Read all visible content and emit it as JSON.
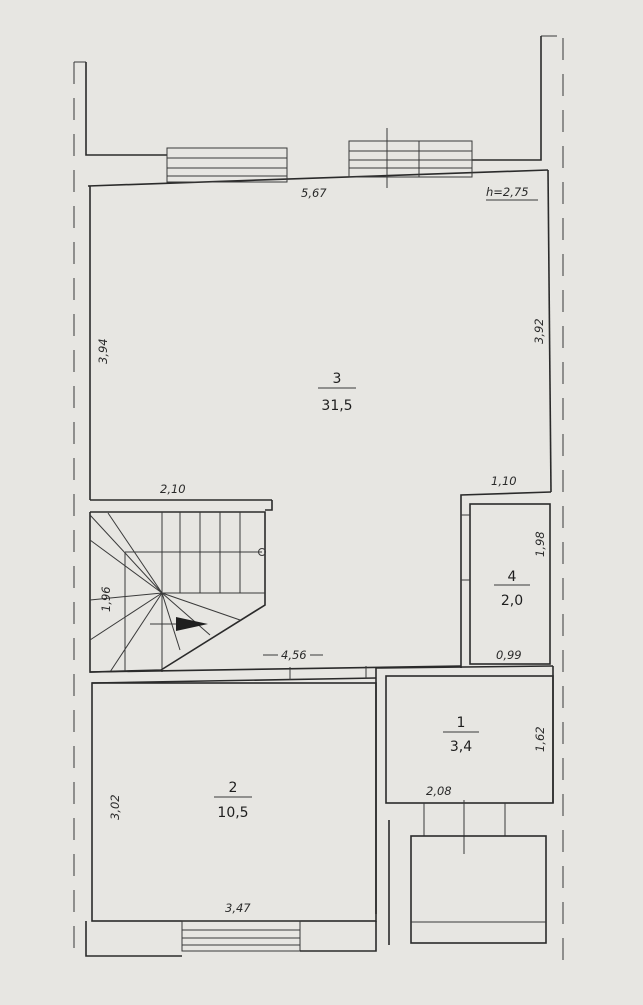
{
  "ceiling_height": "h=2,75",
  "rooms": {
    "r1": {
      "number": "1",
      "area": "3,4"
    },
    "r2": {
      "number": "2",
      "area": "10,5"
    },
    "r3": {
      "number": "3",
      "area": "31,5"
    },
    "r4": {
      "number": "4",
      "area": "2,0"
    }
  },
  "dimensions": {
    "top_width": "5,67",
    "left_height_r3": "3,94",
    "right_height_r3": "3,92",
    "stair_width": "2,10",
    "r4_top": "1,10",
    "r4_height": "1,98",
    "r4_bottom": "0,99",
    "stair_height": "1,96",
    "mid_width": "4,56",
    "r1_height": "1,62",
    "r1_bottom": "2,08",
    "r2_height": "3,02",
    "r2_bottom": "3,47"
  }
}
